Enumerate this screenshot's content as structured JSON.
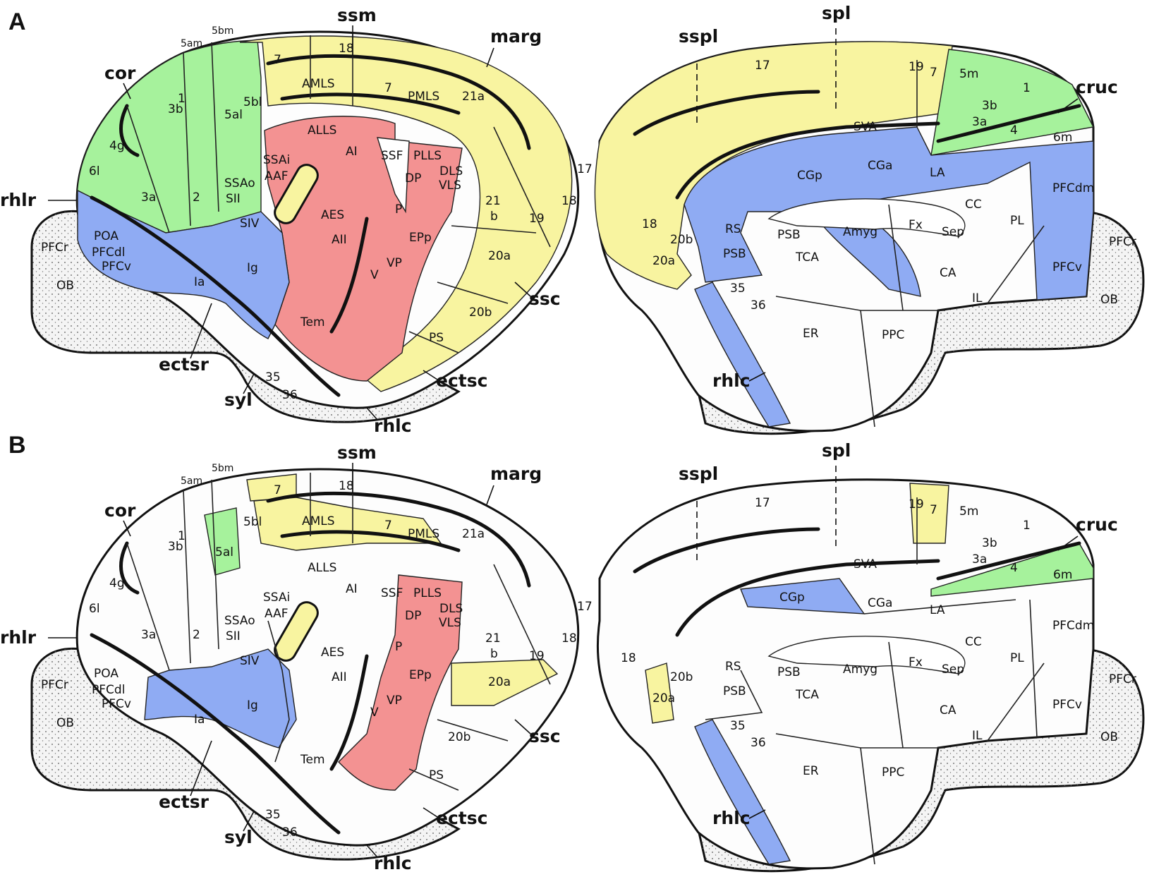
{
  "panels": [
    {
      "letter": "A",
      "lateral": {
        "sulci": [
          "ssm",
          "marg",
          "cor",
          "rhlr",
          "ectsr",
          "syl",
          "rhlc",
          "ectsc",
          "ssc"
        ],
        "areas": [
          "5bm",
          "5am",
          "7",
          "18",
          "AMLS",
          "7",
          "PMLS",
          "21a",
          "1",
          "3b",
          "5al",
          "5bl",
          "4g",
          "6l",
          "3a",
          "2",
          "SSAo",
          "SII",
          "SIV",
          "SSAi",
          "AAF",
          "ALLS",
          "AI",
          "SSF",
          "PLLS",
          "DP",
          "DLS",
          "VLS",
          "AES",
          "AII",
          "P",
          "VP",
          "V",
          "EPp",
          "21",
          "b",
          "19",
          "18",
          "17",
          "20a",
          "20b",
          "PS",
          "Tem",
          "Ig",
          "Ia",
          "POA",
          "PFCdl",
          "PFCv",
          "PFCr",
          "OB",
          "35",
          "36"
        ],
        "colors": {
          "green": "#a6f29c",
          "yellow": "#f8f4a0",
          "blue": "#8fabf3",
          "red": "#f39292"
        }
      },
      "medial": {
        "sulci": [
          "sspl",
          "spl",
          "cruc",
          "rhlc"
        ],
        "areas": [
          "17",
          "19",
          "7",
          "5m",
          "1",
          "3b",
          "3a",
          "4",
          "6m",
          "SVA",
          "CGp",
          "CGa",
          "LA",
          "PFCdm",
          "RS",
          "PSB",
          "Amyg",
          "Fx",
          "Sep",
          "CC",
          "PL",
          "PFCr",
          "PFCv",
          "OB",
          "18",
          "20b",
          "20a",
          "PSB",
          "TCA",
          "CA",
          "IL",
          "35",
          "36",
          "ER",
          "PPC"
        ]
      }
    },
    {
      "letter": "B",
      "lateral": {
        "sulci": [
          "ssm",
          "marg",
          "cor",
          "rhlr",
          "ectsr",
          "syl",
          "rhlc",
          "ectsc",
          "ssc"
        ],
        "areas": [
          "5bm",
          "5am",
          "7",
          "18",
          "AMLS",
          "7",
          "PMLS",
          "21a",
          "1",
          "3b",
          "5al",
          "5bl",
          "4g",
          "6l",
          "3a",
          "2",
          "SSAo",
          "SII",
          "SIV",
          "SSAi",
          "AAF",
          "ALLS",
          "AI",
          "SSF",
          "PLLS",
          "DP",
          "DLS",
          "VLS",
          "AES",
          "AII",
          "P",
          "VP",
          "V",
          "EPp",
          "21",
          "b",
          "19",
          "18",
          "17",
          "20a",
          "20b",
          "PS",
          "Tem",
          "Ig",
          "Ia",
          "POA",
          "PFCdl",
          "PFCv",
          "PFCr",
          "OB",
          "35",
          "36"
        ]
      },
      "medial": {
        "sulci": [
          "sspl",
          "spl",
          "cruc",
          "rhlc"
        ],
        "areas": [
          "17",
          "19",
          "7",
          "5m",
          "1",
          "3b",
          "3a",
          "4",
          "6m",
          "SVA",
          "CGp",
          "CGa",
          "LA",
          "PFCdm",
          "RS",
          "PSB",
          "Amyg",
          "Fx",
          "Sep",
          "CC",
          "PL",
          "PFCr",
          "PFCv",
          "OB",
          "18",
          "20b",
          "20a",
          "PSB",
          "TCA",
          "CA",
          "IL",
          "35",
          "36",
          "ER",
          "PPC"
        ]
      }
    }
  ]
}
